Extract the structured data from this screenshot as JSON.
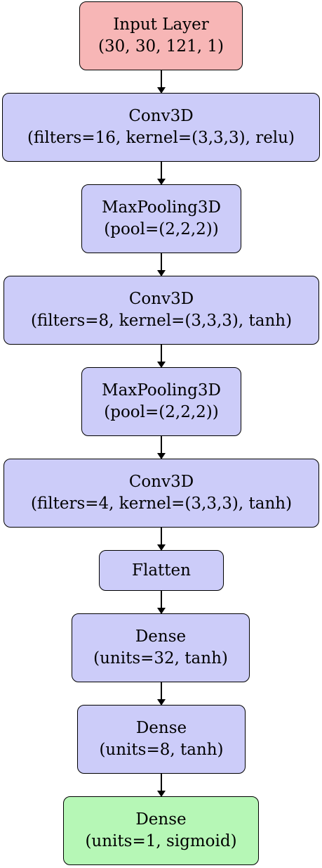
{
  "diagram": {
    "layers": [
      {
        "id": "input",
        "line1": "Input Layer",
        "line2": "(30, 30, 121, 1)"
      },
      {
        "id": "conv1",
        "line1": "Conv3D",
        "line2": "(filters=16, kernel=(3,3,3), relu)"
      },
      {
        "id": "pool1",
        "line1": "MaxPooling3D",
        "line2": "(pool=(2,2,2))"
      },
      {
        "id": "conv2",
        "line1": "Conv3D",
        "line2": "(filters=8, kernel=(3,3,3), tanh)"
      },
      {
        "id": "pool2",
        "line1": "MaxPooling3D",
        "line2": "(pool=(2,2,2))"
      },
      {
        "id": "conv3",
        "line1": "Conv3D",
        "line2": "(filters=4, kernel=(3,3,3), tanh)"
      },
      {
        "id": "flatten",
        "line1": "Flatten"
      },
      {
        "id": "dense1",
        "line1": "Dense",
        "line2": "(units=32, tanh)"
      },
      {
        "id": "dense2",
        "line1": "Dense",
        "line2": "(units=8, tanh)"
      },
      {
        "id": "output",
        "line1": "Dense",
        "line2": "(units=1, sigmoid)"
      }
    ],
    "colors": {
      "input": "#f7b6b6",
      "hidden": "#ccccf9",
      "output": "#b6f7b6"
    }
  }
}
